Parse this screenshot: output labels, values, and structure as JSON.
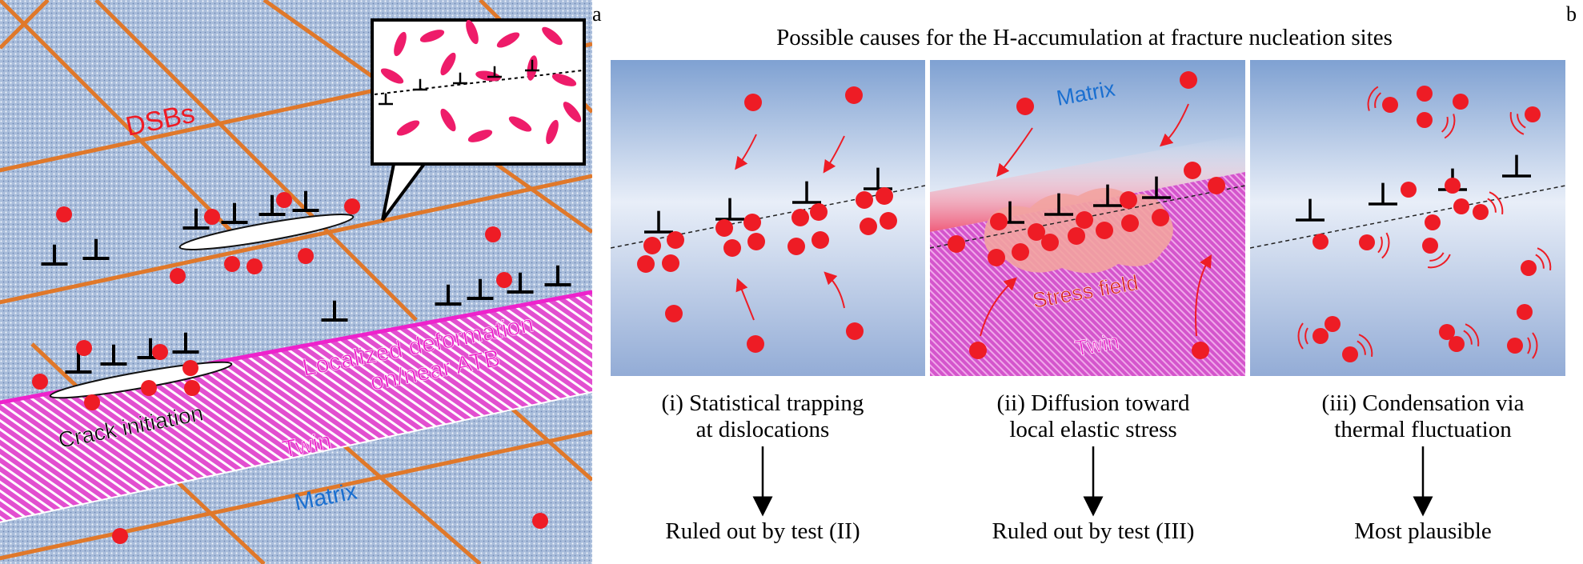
{
  "panel_a": {
    "letter": "a",
    "labels": {
      "dsbs": "DSBs",
      "localized_line1": "Localized deformation",
      "localized_line2": "on/near ATB",
      "twin": "Twin",
      "matrix": "Matrix",
      "crack": "Crack initiation"
    }
  },
  "panel_b": {
    "letter": "b",
    "title": "Possible causes for the H-accumulation at fracture nucleation sites",
    "inset_labels": {
      "matrix": "Matrix",
      "stress_field": "Stress field",
      "twin": "Twin"
    },
    "causes": [
      {
        "line1": "(i) Statistical trapping",
        "line2": "at dislocations",
        "result": "Ruled out by test (II)"
      },
      {
        "line1": "(ii) Diffusion toward",
        "line2": "local elastic stress",
        "result": "Ruled out by test (III)"
      },
      {
        "line1": "(iii) Condensation via",
        "line2": "thermal fluctuation",
        "result": "Most plausible"
      }
    ]
  },
  "colors": {
    "h_atom": "#ee1c25",
    "twin": "#e040c8",
    "dsb": "#e0782a",
    "matrix_label": "#1a6fd0",
    "background_blue": "#aebfdc"
  }
}
